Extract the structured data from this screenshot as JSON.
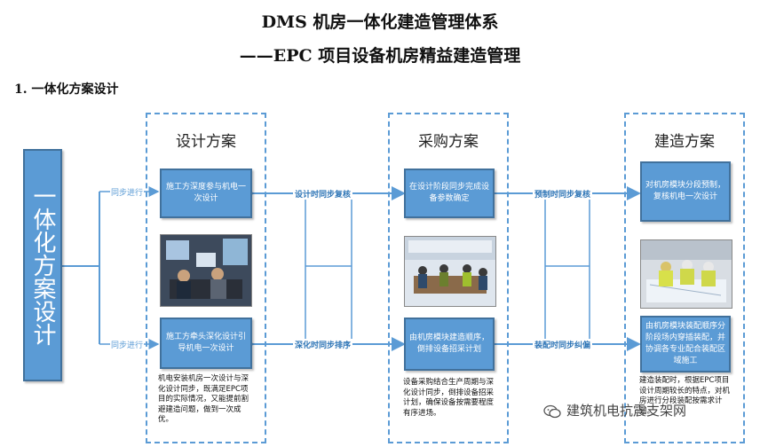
{
  "header": {
    "title": "DMS 机房一体化建造管理体系",
    "subtitle": "——EPC 项目设备机房精益建造管理",
    "section": "1. 一体化方案设计"
  },
  "left_box": {
    "label": "一体化方案设计"
  },
  "columns": [
    {
      "title": "设计方案",
      "top_box": "施工方深度参与机电一次设计",
      "bottom_box": "施工方牵头深化设计引导机电一次设计",
      "note": "机电安装机房一次设计与深化设计同步，既满足EPC项目的实际情况，又能提前割避建造问题，做到一次成优。"
    },
    {
      "title": "采购方案",
      "top_box": "在设计阶段同步完成设备参数确定",
      "bottom_box": "由机房模块建造顺序，倒排设备招采计划",
      "note": "设备采购结合生产周期与深化设计同步，倒排设备招采计划，确保设备按需要程度有序进场。"
    },
    {
      "title": "建造方案",
      "top_box": "对机房模块分段预制，复核机电一次设计",
      "bottom_box": "由机房模块装配顺序分阶段场内穿插装配，并协调各专业配合装配区域施工",
      "note": "建造装配时，根据EPC项目设计周期较长的特点，对机房进行分段装配按需求计划。"
    }
  ],
  "connectors": {
    "sync_top": "同步进行",
    "sync_bottom": "同步进行",
    "design_review": "设计时同步复核",
    "deepen_sort": "深化时同步排序",
    "prefab_review": "预制时同步复核",
    "assembly_fix": "装配时同步纠偏"
  },
  "watermark": "建筑机电抗震支架网",
  "colors": {
    "box_fill": "#5b9bd5",
    "box_border": "#41719c",
    "line": "#5b9bd5",
    "label": "#2e75b6"
  },
  "icons": {
    "watermark": "wechat-icon"
  }
}
